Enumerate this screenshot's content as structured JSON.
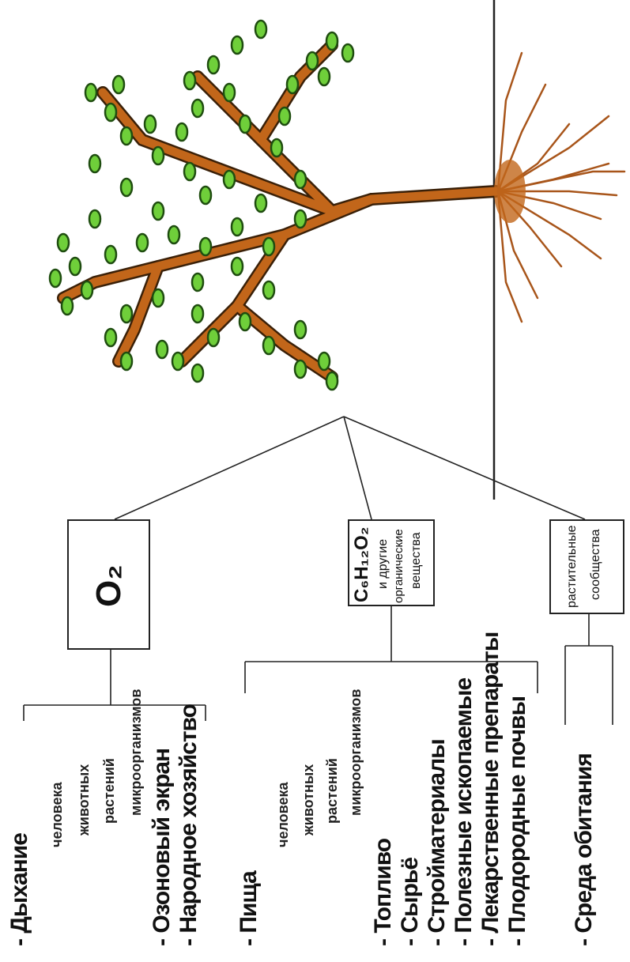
{
  "boxes": {
    "o2": {
      "label": "O₂"
    },
    "glucose": {
      "formula": "C₆H₁₂O₂",
      "line1": "и другие",
      "line2": "органические",
      "line3": "вещества"
    },
    "communities": {
      "line1": "растительные",
      "line2": "сообщества"
    }
  },
  "group_o2": {
    "breathing": "- Дыхание",
    "breathing_sub": [
      "человека",
      "животных",
      "растений",
      "микроорганизмов"
    ],
    "ozone": "- Озоновый экран",
    "economy": "- Народное хозяйство"
  },
  "group_organic": {
    "food": "- Пища",
    "food_sub": [
      "человека",
      "животных",
      "растений",
      "микроорганизмов"
    ],
    "items": [
      "- Топливо",
      "- Сырьё",
      "- Стройматериалы",
      "- Полезные ископаемые",
      "- Лекарственные препараты",
      "- Плодородные почвы"
    ]
  },
  "group_communities": {
    "habitat": "- Среда обитания"
  }
}
